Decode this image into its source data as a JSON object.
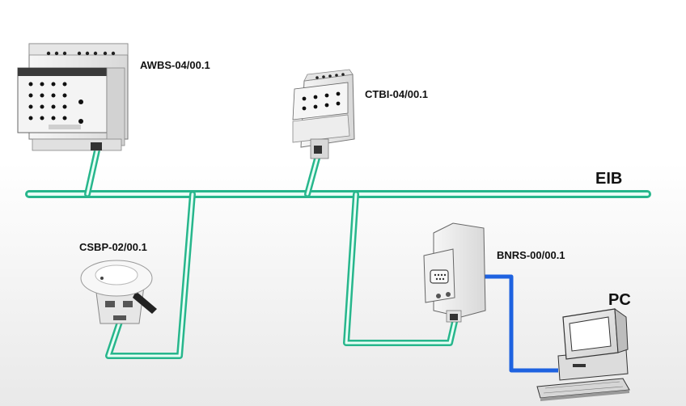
{
  "bus_label": "EIB",
  "pc_label": "PC",
  "devices": {
    "awbs": {
      "label": "AWBS-04/00.1"
    },
    "ctbi": {
      "label": "CTBI-04/00.1"
    },
    "csbp": {
      "label": "CSBP-02/00.1"
    },
    "bnrs": {
      "label": "BNRS-00/00.1"
    }
  },
  "colors": {
    "bus_line": "#5ee3b8",
    "serial_link": "#1e62e0"
  }
}
